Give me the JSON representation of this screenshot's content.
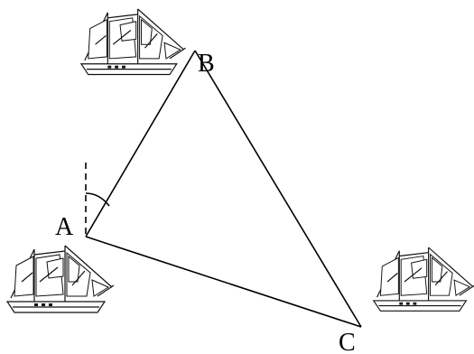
{
  "diagram": {
    "points": {
      "A": {
        "label": "A"
      },
      "B": {
        "label": "B"
      },
      "C": {
        "label": "C"
      }
    },
    "edges": [
      {
        "from": "A",
        "to": "B"
      },
      {
        "from": "B",
        "to": "C"
      },
      {
        "from": "A",
        "to": "C"
      }
    ],
    "north_reference_at": "A",
    "angle_marked_between": [
      "north",
      "AB"
    ],
    "ships": [
      {
        "near": "B",
        "icon": "sailing-ship-icon"
      },
      {
        "near": "A",
        "icon": "sailing-ship-icon"
      },
      {
        "near": "C",
        "icon": "sailing-ship-icon"
      }
    ]
  }
}
